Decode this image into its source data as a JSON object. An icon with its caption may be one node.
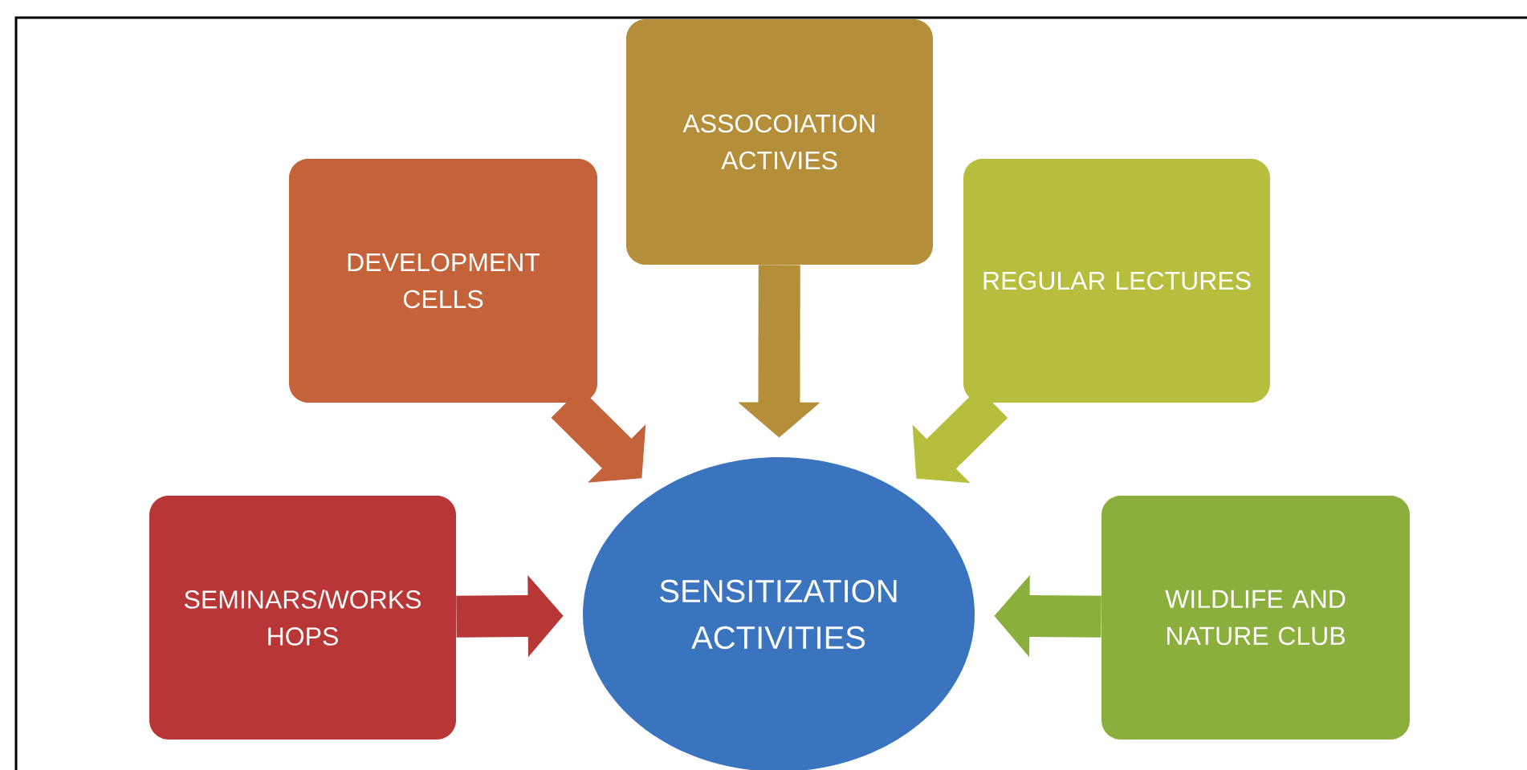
{
  "diagram": {
    "nodes": [
      {
        "text": [
          "ASSOCOIATION ACTIVIES"
        ]
      },
      {
        "text": [
          "DEVELOPMENT CELLS"
        ]
      },
      {
        "text": [
          "REGULAR LECTURES"
        ]
      },
      {
        "text": [
          "SEMINARS/WORKS HOPS"
        ]
      },
      {
        "text": [
          "SENSITIZATION ACTIVITIES"
        ]
      },
      {
        "text": [
          "WILDLIFE AND NATURE CLUB"
        ]
      }
    ],
    "edges": [
      {
        "from": 0,
        "to": 4,
        "arrow": "to"
      },
      {
        "from": 1,
        "to": 4,
        "arrow": "to"
      },
      {
        "from": 2,
        "to": 4,
        "arrow": "to"
      },
      {
        "from": 3,
        "to": 4,
        "arrow": "to"
      },
      {
        "from": 5,
        "to": 4,
        "arrow": "to"
      }
    ]
  }
}
